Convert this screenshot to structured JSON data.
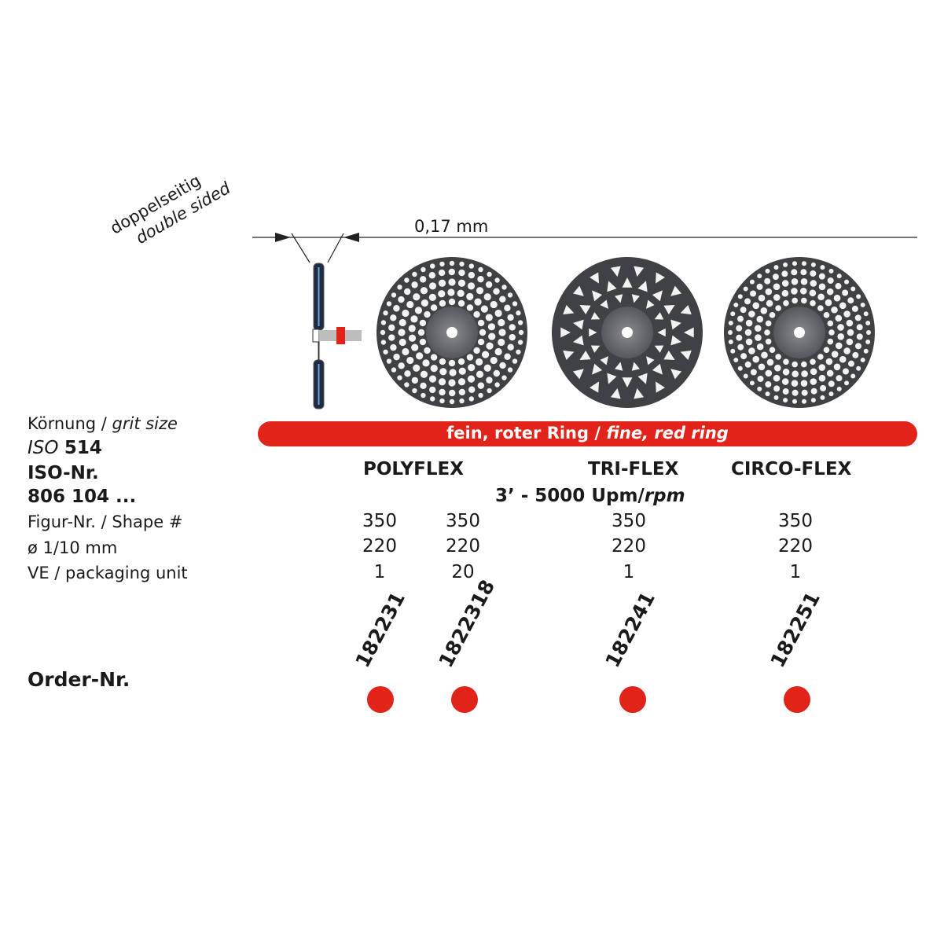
{
  "side_label": {
    "de": "doppelseitig",
    "en": "double sided"
  },
  "thickness": "0,17 mm",
  "grit_bar": {
    "de": "fein, roter Ring / ",
    "en": "fine, red ring"
  },
  "left_labels": {
    "grit": {
      "de": "Körnung / ",
      "en": "grit size"
    },
    "iso": {
      "prefix": "ISO",
      "number": "514"
    },
    "iso_nr": "ISO-Nr.",
    "iso_code": "806 104 ...",
    "shape": "Figur-Nr. / Shape #",
    "diameter": "ø 1/10 mm",
    "packaging": "VE / packaging unit",
    "order": "Order-Nr."
  },
  "speed": {
    "value": "3’ - 5000 Upm/",
    "unit": "rpm"
  },
  "products": [
    {
      "name": "POLYFLEX"
    },
    {
      "name": "TRI-FLEX"
    },
    {
      "name": "CIRCO-FLEX"
    }
  ],
  "columns": [
    {
      "shape": "350",
      "diameter": "220",
      "packaging": "1",
      "order": "182231"
    },
    {
      "shape": "350",
      "diameter": "220",
      "packaging": "20",
      "order": "1822318"
    },
    {
      "shape": "350",
      "diameter": "220",
      "packaging": "1",
      "order": "182241"
    },
    {
      "shape": "350",
      "diameter": "220",
      "packaging": "1",
      "order": "182251"
    }
  ],
  "colors": {
    "accent_red": "#e2231a",
    "disc_dark": "#3a3c40",
    "text": "#1a1a1a"
  }
}
